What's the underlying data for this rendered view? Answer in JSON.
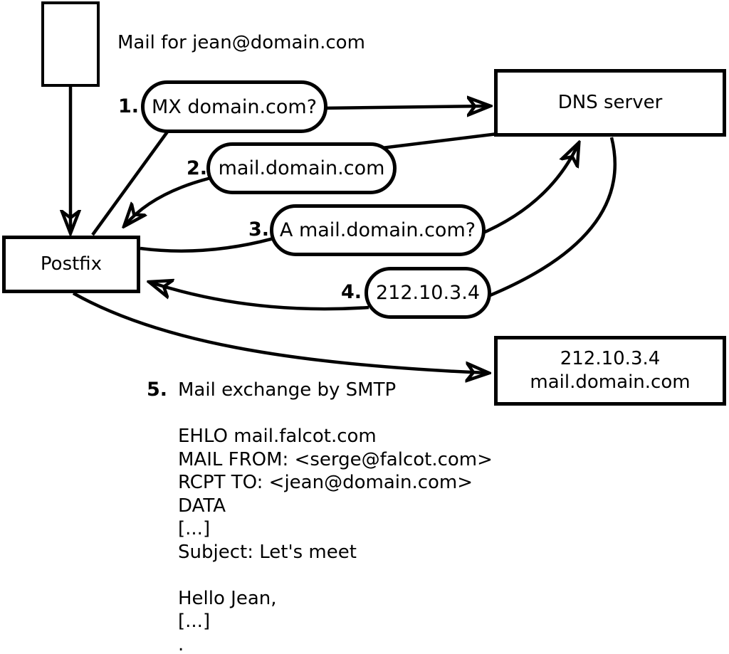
{
  "diagram": {
    "title_note": "Mail for jean@domain.com",
    "nodes": {
      "postfix": "Postfix",
      "dns_server": "DNS server",
      "mail_server_ip": "212.10.3.4",
      "mail_server_host": "mail.domain.com"
    },
    "steps": [
      {
        "num": "1.",
        "label": "MX domain.com?"
      },
      {
        "num": "2.",
        "label": "mail.domain.com"
      },
      {
        "num": "3.",
        "label": "A mail.domain.com?"
      },
      {
        "num": "4.",
        "label": "212.10.3.4"
      },
      {
        "num": "5.",
        "label": "Mail exchange by SMTP"
      }
    ],
    "smtp_transcript": [
      "EHLO mail.falcot.com",
      "MAIL FROM: <serge@falcot.com>",
      "RCPT TO: <jean@domain.com>",
      "DATA",
      "[...]",
      "Subject: Let's meet",
      "",
      "Hello Jean,",
      "[...]",
      "."
    ]
  },
  "colors": {
    "line": "#000000",
    "background": "#ffffff"
  }
}
